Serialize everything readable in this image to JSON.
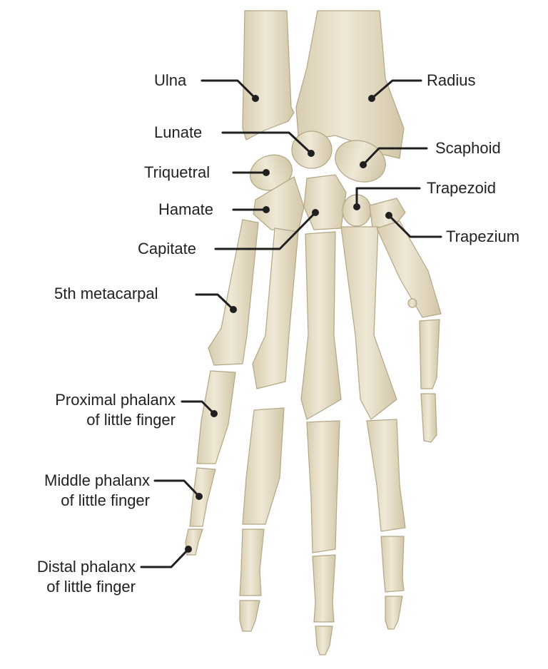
{
  "figure": {
    "subject": "Bones of the hand and wrist (dorsal view)",
    "colors": {
      "bone": "#e8dfc8",
      "bone_shadow": "#c9bd9e",
      "bone_outline": "#b3a684",
      "leader": "#1f1f1f",
      "text": "#222222",
      "background": "#ffffff"
    },
    "labels": [
      {
        "id": "ulna",
        "lines": [
          "Ulna"
        ]
      },
      {
        "id": "radius",
        "lines": [
          "Radius"
        ]
      },
      {
        "id": "lunate",
        "lines": [
          "Lunate"
        ]
      },
      {
        "id": "scaphoid",
        "lines": [
          "Scaphoid"
        ]
      },
      {
        "id": "triquetral",
        "lines": [
          "Triquetral"
        ]
      },
      {
        "id": "trapezoid",
        "lines": [
          "Trapezoid"
        ]
      },
      {
        "id": "hamate",
        "lines": [
          "Hamate"
        ]
      },
      {
        "id": "trapezium",
        "lines": [
          "Trapezium"
        ]
      },
      {
        "id": "capitate",
        "lines": [
          "Capitate"
        ]
      },
      {
        "id": "fifth-metacarpal",
        "lines": [
          "5th metacarpal"
        ]
      },
      {
        "id": "proximal-phalanx",
        "lines": [
          "Proximal phalanx",
          "of little finger"
        ]
      },
      {
        "id": "middle-phalanx",
        "lines": [
          "Middle phalanx",
          "of little finger"
        ]
      },
      {
        "id": "distal-phalanx",
        "lines": [
          "Distal phalanx",
          "of little finger"
        ]
      }
    ]
  }
}
